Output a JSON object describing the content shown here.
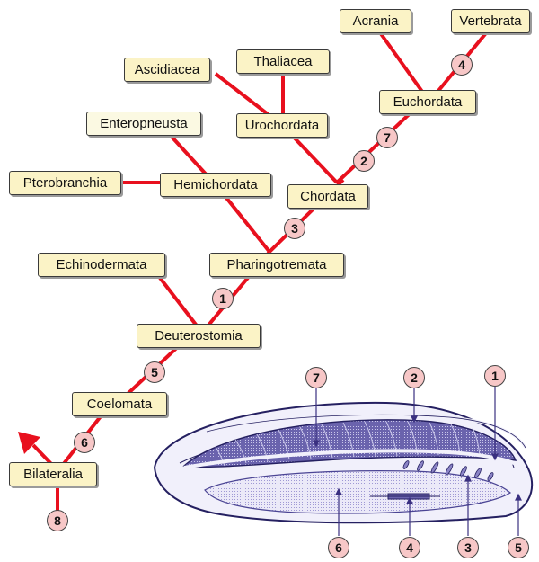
{
  "taxa": {
    "acrania": "Acrania",
    "vertebrata": "Vertebrata",
    "ascidiacea": "Ascidiacea",
    "thaliacea": "Thaliacea",
    "euchordata": "Euchordata",
    "urochordata": "Urochordata",
    "enteropneusta": "Enteropneusta",
    "pterobranchia": "Pterobranchia",
    "hemichordata": "Hemichordata",
    "chordata": "Chordata",
    "echinodermata": "Echinodermata",
    "pharingotremata": "Pharingotremata",
    "deuterostomia": "Deuterostomia",
    "coelomata": "Coelomata",
    "bilateralia": "Bilateralia"
  },
  "tree_markers": {
    "m4": "4",
    "m7": "7",
    "m2": "2",
    "m3": "3",
    "m1": "1",
    "m5": "5",
    "m6": "6",
    "m8": "8"
  },
  "anatomy_markers": {
    "top": {
      "a7": "7",
      "a2": "2",
      "a1": "1"
    },
    "bottom": {
      "b6": "6",
      "b4": "4",
      "b3": "3",
      "b5": "5"
    }
  },
  "colors": {
    "branch": "#e8101e",
    "node_fill": "#fbf3c6",
    "badge_fill": "#f7c7c7",
    "body_fill": "#6a63ad",
    "body_outline": "#252061"
  }
}
